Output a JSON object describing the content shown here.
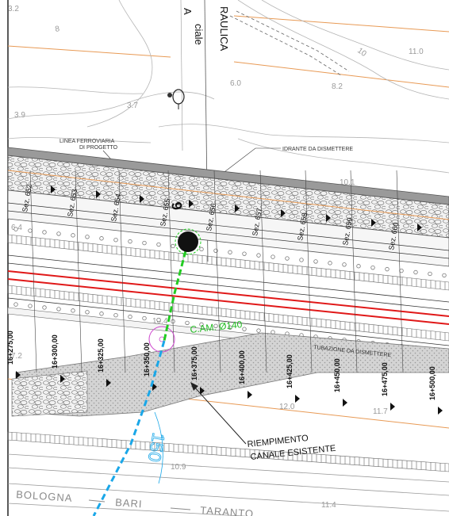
{
  "labels": {
    "top_word_1": "ciale",
    "top_word_2": "A",
    "top_word_3": "RAULICA",
    "elev_8": "8",
    "elev_10": "10",
    "elev_11": "11.0",
    "elev_82": "8.2",
    "elev_60": "6.0",
    "elev_37": "3.7",
    "elev_39": "3.9",
    "elev_101": "10.1",
    "elev_104": "10.4",
    "elev_64": "6.4",
    "elev_72": "7.2",
    "elev_120": "12.0",
    "elev_117": "11.7",
    "elev_109": "10.9",
    "elev_114": "11.4",
    "elev_32": "3.2",
    "rail_label_1": "LINEA FERROVIARIA",
    "rail_label_2": "DI PROGETTO",
    "idrante_label": "IDRANTE DA DISMETTERE",
    "tubazione_label": "TUBAZIONE DA DISMETTERE",
    "pipe_label": "C.AM. Ø140",
    "riemp_1": "RIEMPIMENTO",
    "riemp_2": "CANALE ESISTENTE",
    "road_bologna": "BOLOGNA",
    "road_bari": "BARI",
    "road_taranto": "TARANTO",
    "contour_150": "150",
    "marker_9": "9"
  },
  "sections": [
    "Sez. 652",
    "Sez. 653",
    "Sez. 654",
    "Sez. 655",
    "Sez. 656",
    "Sez. 657",
    "Sez. 658",
    "Sez. 659",
    "Sez. 660"
  ],
  "chainages": [
    "16+275,00",
    "16+300,00",
    "16+325,00",
    "16+350,00",
    "16+375,00",
    "16+400,00",
    "16+425,00",
    "16+450,00",
    "16+475,00",
    "16+500,00"
  ],
  "colors": {
    "rail_red": "#e01818",
    "pipe_green": "#22cc22",
    "pipe_cyan": "#1aa7e8",
    "contour_orange": "#e89a55",
    "hydrant_magenta": "#cc44cc"
  }
}
